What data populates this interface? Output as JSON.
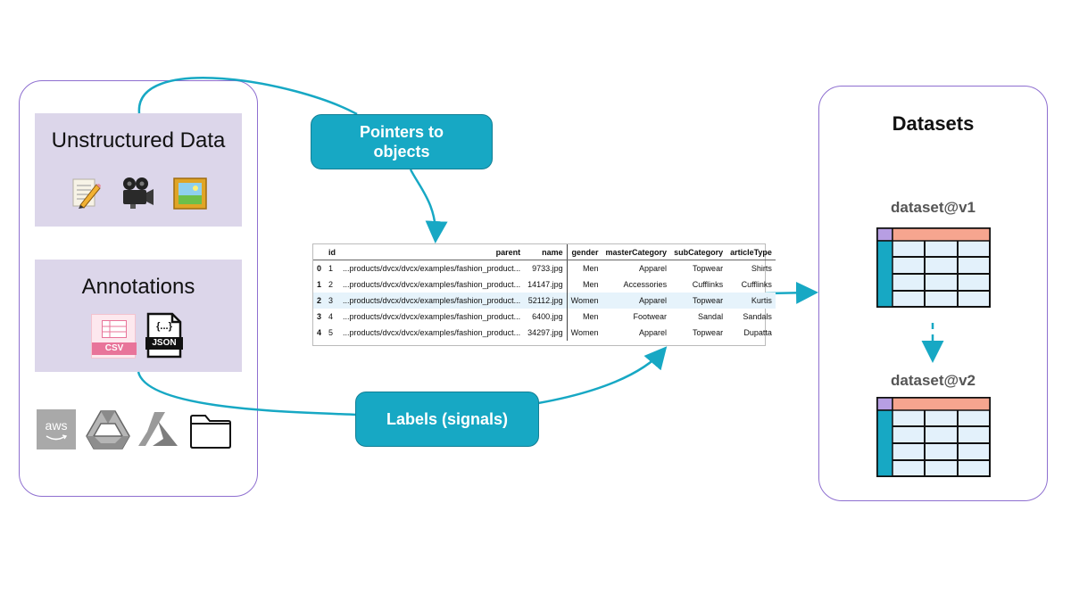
{
  "left_panel": {
    "unstructured": {
      "title": "Unstructured Data",
      "icons": [
        "memo-pencil-icon",
        "movie-camera-icon",
        "framed-picture-icon"
      ]
    },
    "annotations": {
      "title": "Annotations",
      "csv_label": "CSV",
      "json_label": "JSON",
      "json_braces": "{...}"
    },
    "storage": {
      "aws_label": "aws",
      "icons": [
        "aws-icon",
        "google-drive-icon",
        "azure-icon",
        "folder-icon"
      ]
    }
  },
  "callouts": {
    "pointers": "Pointers to objects",
    "labels": "Labels (signals)"
  },
  "table": {
    "columns": [
      "",
      "id",
      "parent",
      "name",
      "gender",
      "masterCategory",
      "subCategory",
      "articleType"
    ],
    "rows": [
      [
        "0",
        "1",
        "...products/dvcx/dvcx/examples/fashion_product...",
        "9733.jpg",
        "Men",
        "Apparel",
        "Topwear",
        "Shirts"
      ],
      [
        "1",
        "2",
        "...products/dvcx/dvcx/examples/fashion_product...",
        "14147.jpg",
        "Men",
        "Accessories",
        "Cufflinks",
        "Cufflinks"
      ],
      [
        "2",
        "3",
        "...products/dvcx/dvcx/examples/fashion_product...",
        "52112.jpg",
        "Women",
        "Apparel",
        "Topwear",
        "Kurtis"
      ],
      [
        "3",
        "4",
        "...products/dvcx/dvcx/examples/fashion_product...",
        "6400.jpg",
        "Men",
        "Footwear",
        "Sandal",
        "Sandals"
      ],
      [
        "4",
        "5",
        "...products/dvcx/dvcx/examples/fashion_product...",
        "34297.jpg",
        "Women",
        "Apparel",
        "Topwear",
        "Dupatta"
      ]
    ],
    "highlighted_row": 2
  },
  "right_panel": {
    "title": "Datasets",
    "versions": [
      "dataset@v1",
      "dataset@v2"
    ]
  },
  "colors": {
    "panel_border": "#8e6fd0",
    "purple_fill": "#dcd6ea",
    "teal": "#17a8c4",
    "salmon": "#f6a58f",
    "grid_cell": "#e3f1fb",
    "corner": "#b79ee3"
  }
}
